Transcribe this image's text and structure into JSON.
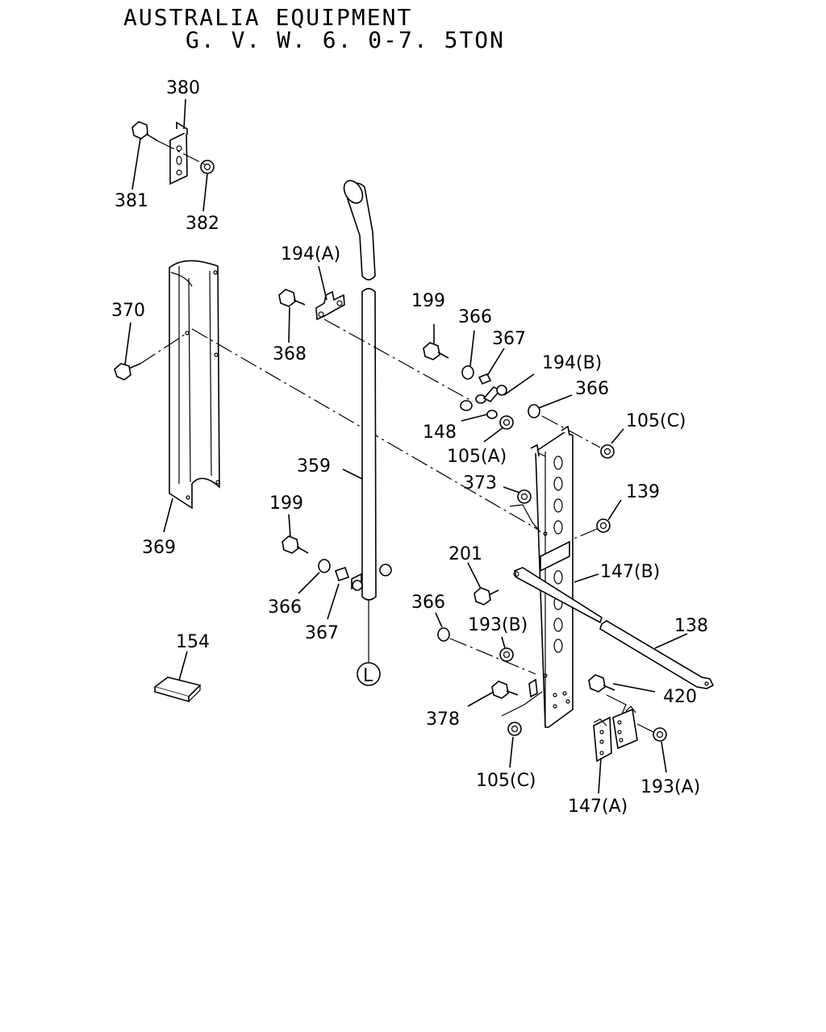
{
  "title": {
    "line1": "AUSTRALIA EQUIPMENT",
    "line2": "G. V. W. 6. 0-7. 5TON"
  },
  "callouts": {
    "p380": "380",
    "p381": "381",
    "p382": "382",
    "p370": "370",
    "p369": "369",
    "p194a": "194(A)",
    "p368": "368",
    "p199a": "199",
    "p366a": "366",
    "p367a": "367",
    "p194b": "194(B)",
    "p366b": "366",
    "p148": "148",
    "p105a": "105(A)",
    "p105c1": "105(C)",
    "p359": "359",
    "p373": "373",
    "p139": "139",
    "p199b": "199",
    "p366c": "366",
    "p367b": "367",
    "p201": "201",
    "p147b": "147(B)",
    "p138": "138",
    "p366d": "366",
    "p193b": "193(B)",
    "p154": "154",
    "p420": "420",
    "p378": "378",
    "p105c2": "105(C)",
    "p193a": "193(A)",
    "p147a": "147(A)",
    "ref_l": "L"
  }
}
